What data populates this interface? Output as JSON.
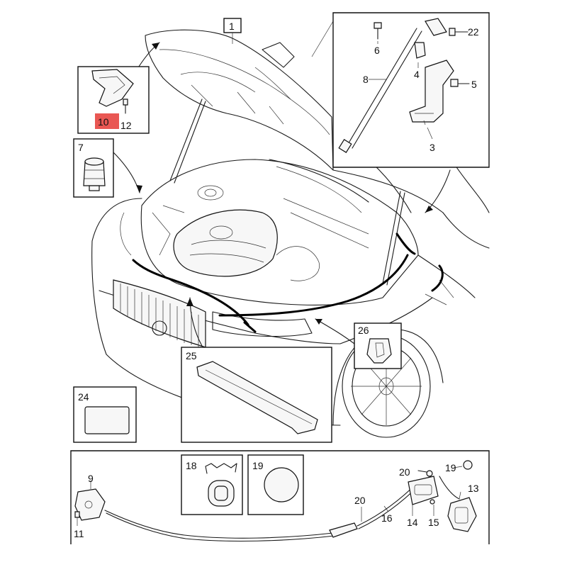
{
  "callouts": {
    "c1": "1",
    "c3": "3",
    "c4": "4",
    "c5": "5",
    "c6": "6",
    "c7": "7",
    "c8": "8",
    "c9": "9",
    "c10": "10",
    "c11": "11",
    "c12": "12",
    "c13": "13",
    "c14": "14",
    "c15": "15",
    "c16": "16",
    "c18": "18",
    "c19a": "19",
    "c19b": "19",
    "c20a": "20",
    "c20b": "20",
    "c22": "22",
    "c24": "24",
    "c25": "25",
    "c26": "26"
  },
  "highlight_color": "#e53935"
}
